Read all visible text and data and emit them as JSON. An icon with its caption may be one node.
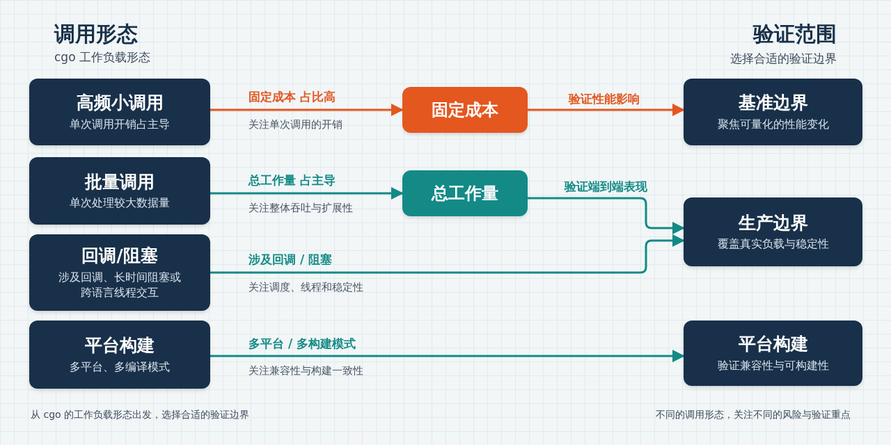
{
  "diagram": {
    "nodes": [
      {
        "text": [
          "高频小调用",
          "单次调用开销占主导"
        ]
      },
      {
        "text": [
          "批量调用",
          "单次处理较大数据量"
        ]
      },
      {
        "text": [
          "回调/阻塞",
          "涉及回调、长时间阻塞或跨语言线程交互"
        ]
      },
      {
        "text": [
          "平台构建",
          "多平台、多编译模式"
        ]
      },
      {
        "text": [
          "固定成本"
        ]
      },
      {
        "text": [
          "总工作量"
        ]
      },
      {
        "text": [
          "基准边界",
          "聚焦可量化的性能变化"
        ]
      },
      {
        "text": [
          "生产边界",
          "覆盖真实负载与稳定性"
        ]
      },
      {
        "text": [
          "平台构建",
          "验证兼容性与可构建性"
        ]
      }
    ],
    "edges": [
      {
        "from": 0,
        "to": 4,
        "arrow": "to",
        "label": "固定成本 占比高",
        "color": "#e4571f"
      },
      {
        "from": 4,
        "to": 6,
        "arrow": "to",
        "label": "验证性能影响",
        "color": "#e4571f"
      },
      {
        "from": 1,
        "to": 5,
        "arrow": "to",
        "label": "总工作量 占主导"
      },
      {
        "from": 5,
        "to": 7,
        "arrow": "to",
        "label": "验证端到端表现"
      },
      {
        "from": 2,
        "to": 7,
        "arrow": "to",
        "label": "涉及回调 / 阻塞"
      },
      {
        "from": 3,
        "to": 8,
        "arrow": "to",
        "label": "多平台 / 多构建模式"
      }
    ],
    "labels": [
      "调用形态",
      "cgo 工作负载形态",
      "验证范围",
      "选择合适的验证边界",
      "关注单次调用的开销",
      "关注整体吞吐与扩展性",
      "关注调度、线程和稳定性",
      "关注兼容性与构建一致性",
      "从 cgo 的工作负载形态出发，选择合适的验证边界",
      "不同的调用形态，关注不同的风险与验证重点"
    ]
  }
}
